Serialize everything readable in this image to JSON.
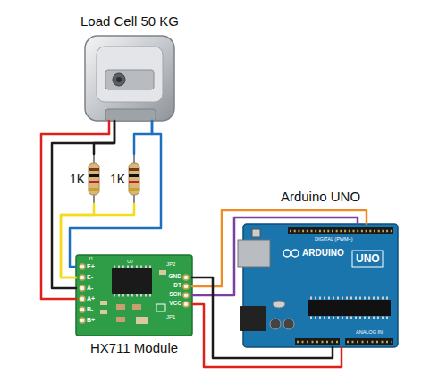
{
  "diagram": {
    "nodes": [
      {
        "text": [
          "Load Cell 50 KG"
        ]
      },
      {
        "text": [
          "1K"
        ]
      },
      {
        "text": [
          "1K"
        ]
      },
      {
        "text": [
          "HX711 Module"
        ]
      },
      {
        "text": [
          "Arduino UNO"
        ]
      }
    ],
    "edges": [
      {
        "from": 0,
        "to": 1,
        "arrow": "none"
      },
      {
        "from": 0,
        "to": 2,
        "arrow": "none"
      },
      {
        "from": 1,
        "to": 3,
        "arrow": "none"
      },
      {
        "from": 2,
        "to": 3,
        "arrow": "none"
      },
      {
        "from": 0,
        "to": 3,
        "arrow": "none"
      },
      {
        "from": 0,
        "to": 3,
        "arrow": "none"
      },
      {
        "from": 0,
        "to": 3,
        "arrow": "none"
      },
      {
        "from": 3,
        "to": 4,
        "arrow": "none"
      },
      {
        "from": 3,
        "to": 4,
        "arrow": "none"
      },
      {
        "from": 3,
        "to": 4,
        "arrow": "none"
      },
      {
        "from": 3,
        "to": 4,
        "arrow": "none"
      }
    ],
    "labels": [
      "E+",
      "E-",
      "A-",
      "A+",
      "B-",
      "B+",
      "GND",
      "DT",
      "SCK",
      "VCC",
      "J1",
      "U7",
      "JP2",
      "JP1",
      "DIGITAL (PWM~)",
      "ARDUINO",
      "UNO",
      "ANALOG IN"
    ]
  }
}
